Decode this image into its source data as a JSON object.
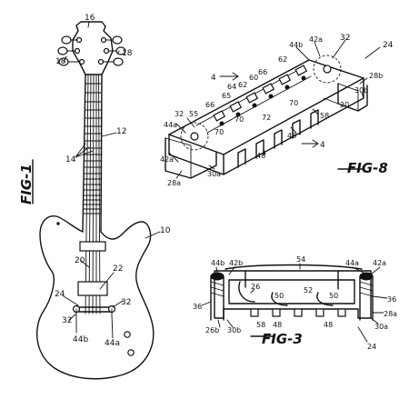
{
  "fig1": {
    "caption": "FIG-1",
    "refs": {
      "head": "16",
      "peg_left": "18",
      "peg_right": "18",
      "neck": "12",
      "strings": "14",
      "body": "10",
      "bridge_center": "20",
      "bridge_right": "22",
      "left_24": "24",
      "left_32": "32",
      "left_44b": "44b",
      "right_32": "32",
      "right_44a": "44a"
    }
  },
  "fig8": {
    "caption": "FIG-8",
    "refs": {
      "r4_top": "4",
      "r4_bottom": "4",
      "r24": "24",
      "r32_top": "32",
      "r42a_top": "42a",
      "r44b": "44b",
      "r28b": "28b",
      "r30b": "30b",
      "r20": "20",
      "r62": "62",
      "r66": "66",
      "r60": "60",
      "r64": "64",
      "r62b": "62",
      "r65": "65",
      "r66b": "66",
      "r72": "72",
      "r70a": "70",
      "r70b": "70",
      "r70c": "70",
      "r58": "58",
      "r48a": "48",
      "r48b": "48",
      "r32_left": "32",
      "r55": "55",
      "r44a": "44a",
      "r42a_left": "42a",
      "r28a": "28a",
      "r30a": "30a"
    }
  },
  "fig3": {
    "caption": "FIG-3",
    "refs": {
      "r44b": "44b",
      "r42b": "42b",
      "r54": "54",
      "r44a": "44a",
      "r42a": "42a",
      "r36_left": "36",
      "r36_right": "36",
      "r26": "26",
      "r50a": "50",
      "r52": "52",
      "r50b": "50",
      "r58": "58",
      "r48a": "48",
      "r48b": "48",
      "r28a": "28a",
      "r26b": "26b",
      "r30b": "30b",
      "r30a": "30a",
      "r24": "24"
    }
  }
}
